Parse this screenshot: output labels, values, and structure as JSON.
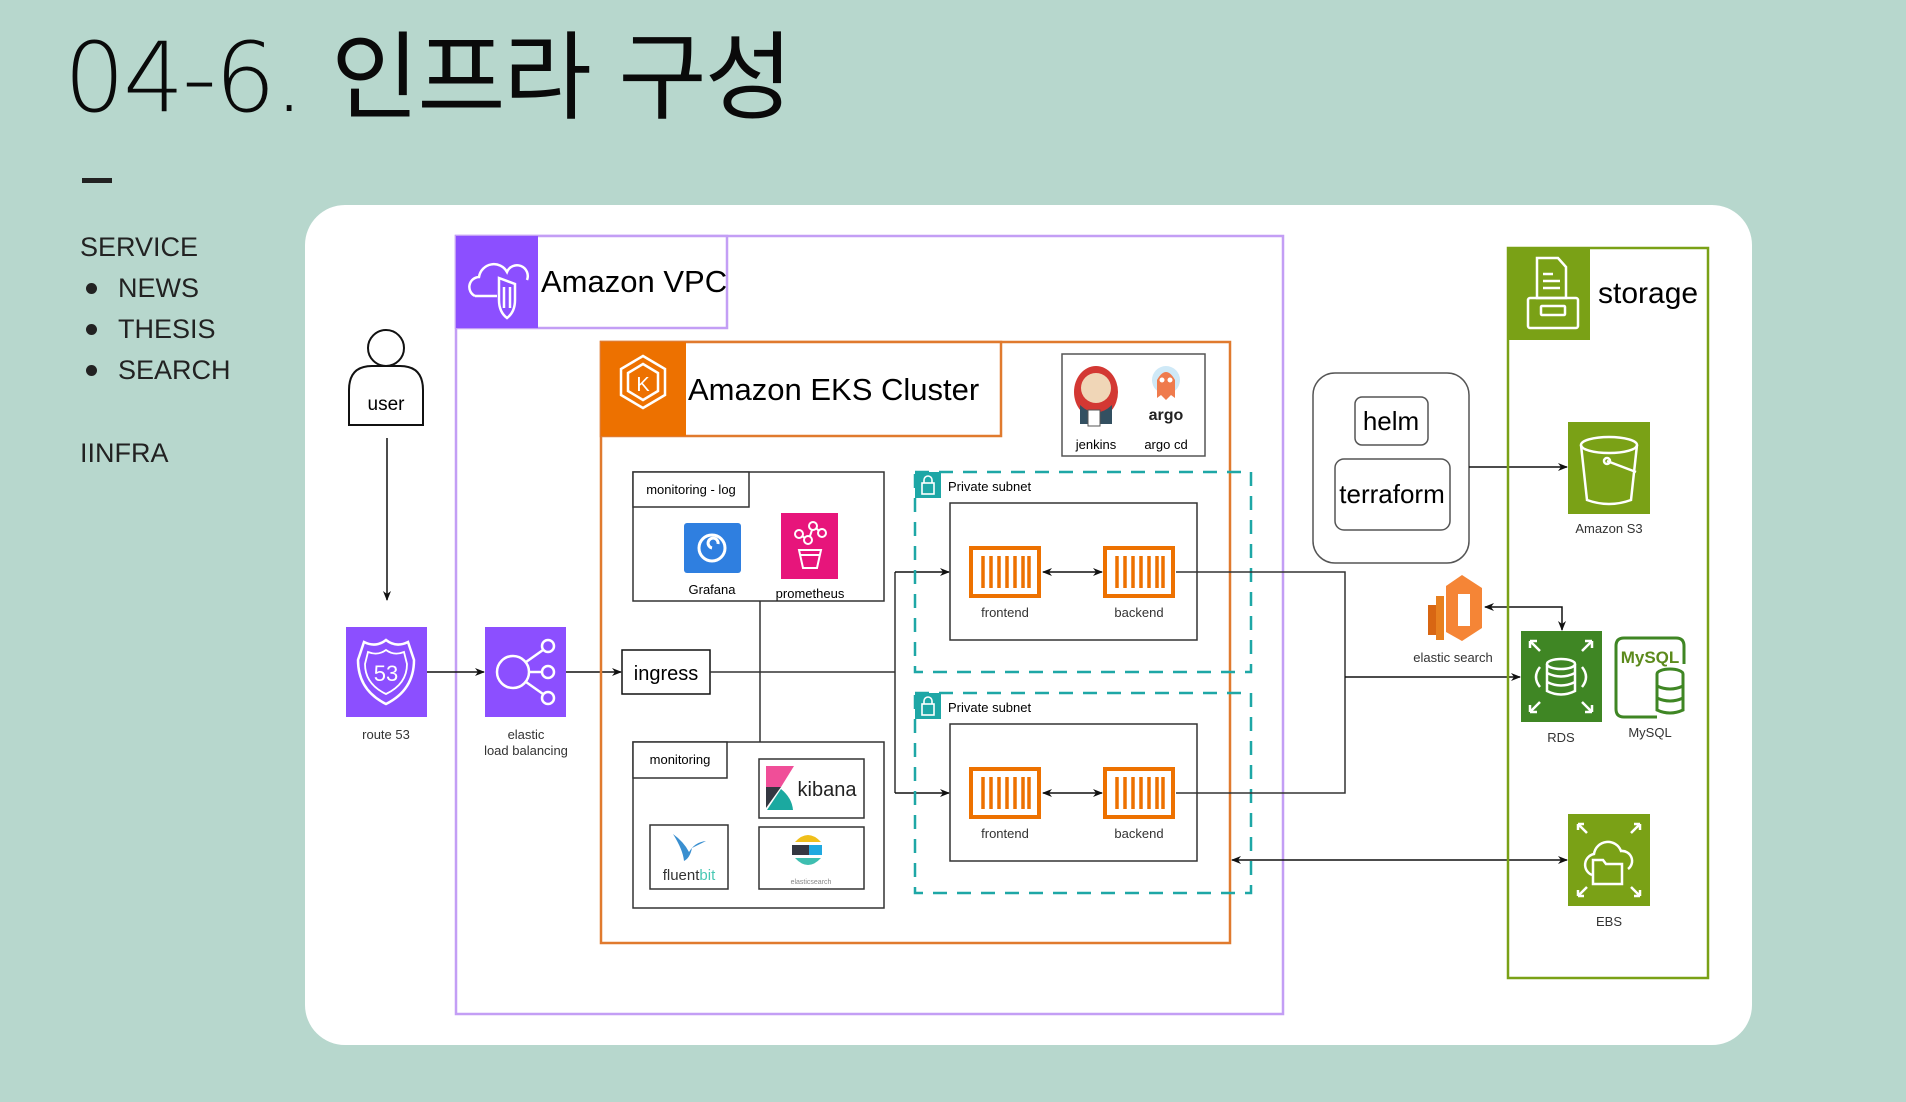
{
  "slide": {
    "title": "04-6. 인프라 구성"
  },
  "sidebar": {
    "section_service": "SERVICE",
    "service_items": [
      "NEWS",
      "THESIS",
      "SEARCH"
    ],
    "section_infra": "IINFRA"
  },
  "diagram": {
    "colors": {
      "vpc": "#8c4fff",
      "vpc_border": "#c39ef5",
      "eks": "#ed7100",
      "subnet": "#1ea7a6",
      "storage": "#7aa116",
      "rds": "#3f8624",
      "container": "#ed7100",
      "route53": "#8c4fff",
      "grafana": "#2f7fe0",
      "prometheus": "#e7157b"
    },
    "user": {
      "label": "user"
    },
    "route53": {
      "label": "route 53",
      "badge": "53"
    },
    "elb": {
      "label_line1": "elastic",
      "label_line2": "load balancing"
    },
    "vpc": {
      "label": "Amazon VPC"
    },
    "eks": {
      "label": "Amazon EKS Cluster",
      "icon_letter": "K"
    },
    "cicd": {
      "jenkins": "jenkins",
      "argo_logo": "argo",
      "argo": "argo cd"
    },
    "ingress": {
      "label": "ingress"
    },
    "monitoring_log": {
      "label": "monitoring - log",
      "grafana": "Grafana",
      "prometheus": "prometheus"
    },
    "monitoring": {
      "label": "monitoring",
      "kibana": "kibana",
      "fluentbit_a": "fluent",
      "fluentbit_b": "bit",
      "elasticsearch": "elasticsearch"
    },
    "subnets": [
      {
        "label": "Private subnet",
        "frontend": "frontend",
        "backend": "backend"
      },
      {
        "label": "Private subnet",
        "frontend": "frontend",
        "backend": "backend"
      }
    ],
    "tools": {
      "helm": "helm",
      "terraform": "terraform"
    },
    "elastic_search": {
      "label": "elastic search"
    },
    "storage": {
      "label": "storage",
      "s3": "Amazon S3",
      "rds": "RDS",
      "mysql_logo": "MySQL",
      "mysql": "MySQL",
      "ebs": "EBS"
    }
  }
}
